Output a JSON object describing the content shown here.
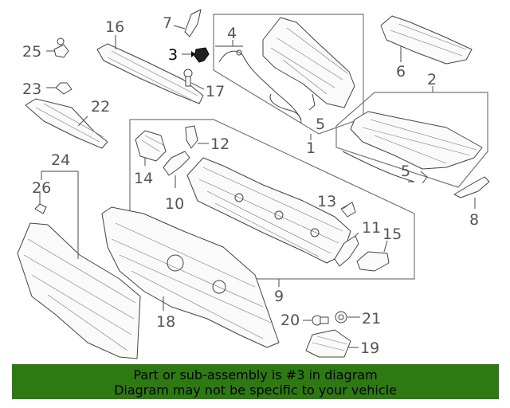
{
  "callouts": {
    "c1": "1",
    "c2": "2",
    "c3": "3",
    "c4": "4",
    "c5a": "5",
    "c5b": "5",
    "c6": "6",
    "c7": "7",
    "c8": "8",
    "c9": "9",
    "c10": "10",
    "c11": "11",
    "c12": "12",
    "c13": "13",
    "c14": "14",
    "c15": "15",
    "c16": "16",
    "c17": "17",
    "c18": "18",
    "c19": "19",
    "c20": "20",
    "c21": "21",
    "c22": "22",
    "c23": "23",
    "c24": "24",
    "c25": "25",
    "c26": "26"
  },
  "highlight_part": "3",
  "footer": {
    "line1": "Part or sub-assembly is #3 in diagram",
    "line2": "Diagram may not be specific to your vehicle"
  },
  "colors": {
    "footer_bg": "#2d7a12",
    "callout": "#555555",
    "highlight": "#000000"
  }
}
